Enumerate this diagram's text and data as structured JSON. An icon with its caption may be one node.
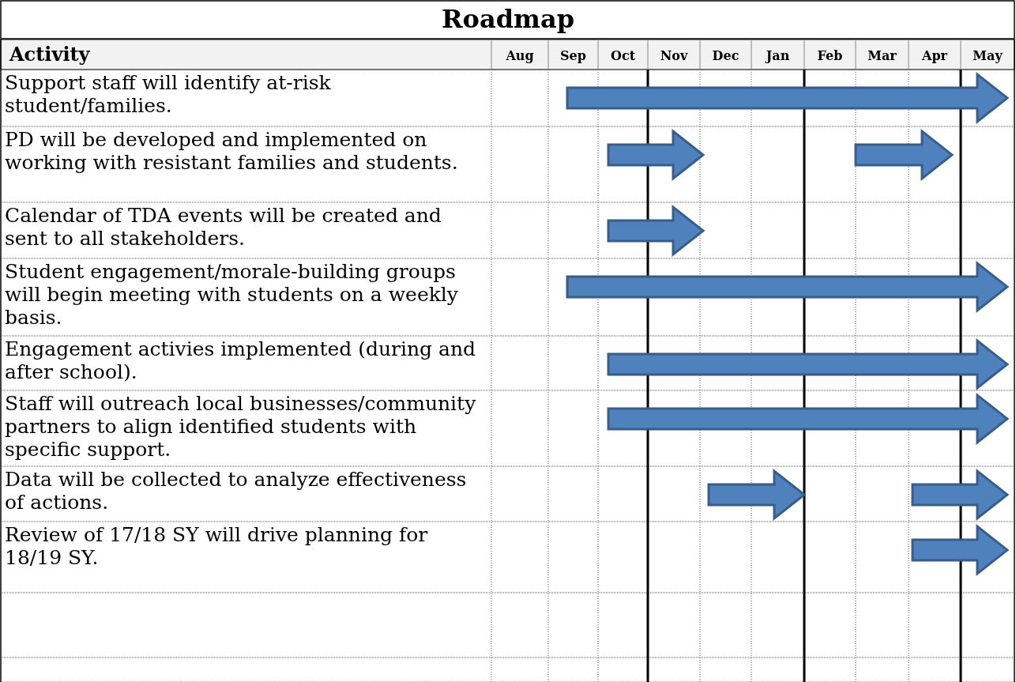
{
  "diagram": {
    "title": "Roadmap",
    "labels": [
      "Activity",
      "Aug",
      "Sep",
      "Oct",
      "Nov",
      "Dec",
      "Jan",
      "Feb",
      "Mar",
      "Apr",
      "May",
      "Support staff will identify at-risk student/families.",
      "PD will be developed and implemented on working with resistant families and students.",
      "Calendar of TDA events will be created and sent to all stakeholders.",
      "Student engagement/morale-building groups will begin meeting with students on a weekly basis.",
      "Engagement activies implemented (during and after school).",
      "Staff will outreach local businesses/community partners to align identified students with specific support.",
      "Data will be collected to analyze effectiveness of actions.",
      "Review of 17/18 SY will drive planning for 18/19 SY."
    ]
  }
}
